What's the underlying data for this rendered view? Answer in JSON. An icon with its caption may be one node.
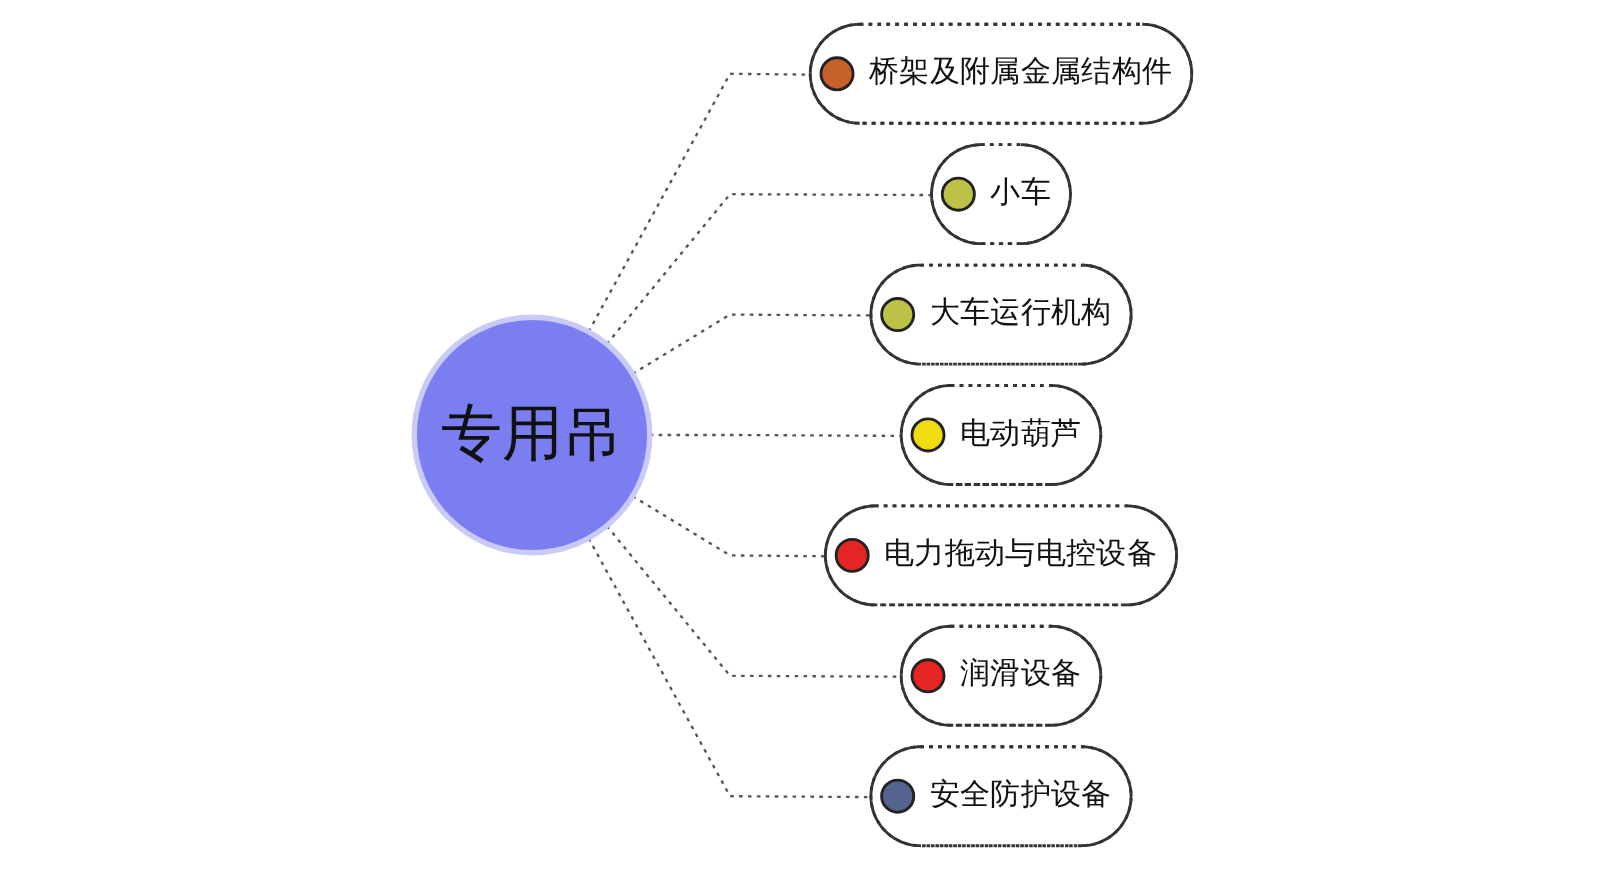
{
  "diagram": {
    "nodes": [
      {
        "text": [
          "专用吊"
        ]
      },
      {
        "text": [
          "桥架及附属金属结构件"
        ]
      },
      {
        "text": [
          "小车"
        ]
      },
      {
        "text": [
          "大车运行机构"
        ]
      },
      {
        "text": [
          "电动葫芦"
        ]
      },
      {
        "text": [
          "电力拖动与电控设备"
        ]
      },
      {
        "text": [
          "润滑设备"
        ]
      },
      {
        "text": [
          "安全防护设备"
        ]
      }
    ],
    "edges": [
      {
        "from": 0,
        "to": 1,
        "arrow": "none",
        "style": "dashed"
      },
      {
        "from": 0,
        "to": 2,
        "arrow": "none",
        "style": "dashed"
      },
      {
        "from": 0,
        "to": 3,
        "arrow": "none",
        "style": "dashed"
      },
      {
        "from": 0,
        "to": 4,
        "arrow": "none",
        "style": "dashed"
      },
      {
        "from": 0,
        "to": 5,
        "arrow": "none",
        "style": "dashed"
      },
      {
        "from": 0,
        "to": 6,
        "arrow": "none",
        "style": "dashed"
      },
      {
        "from": 0,
        "to": 7,
        "arrow": "none",
        "style": "dashed"
      }
    ]
  }
}
